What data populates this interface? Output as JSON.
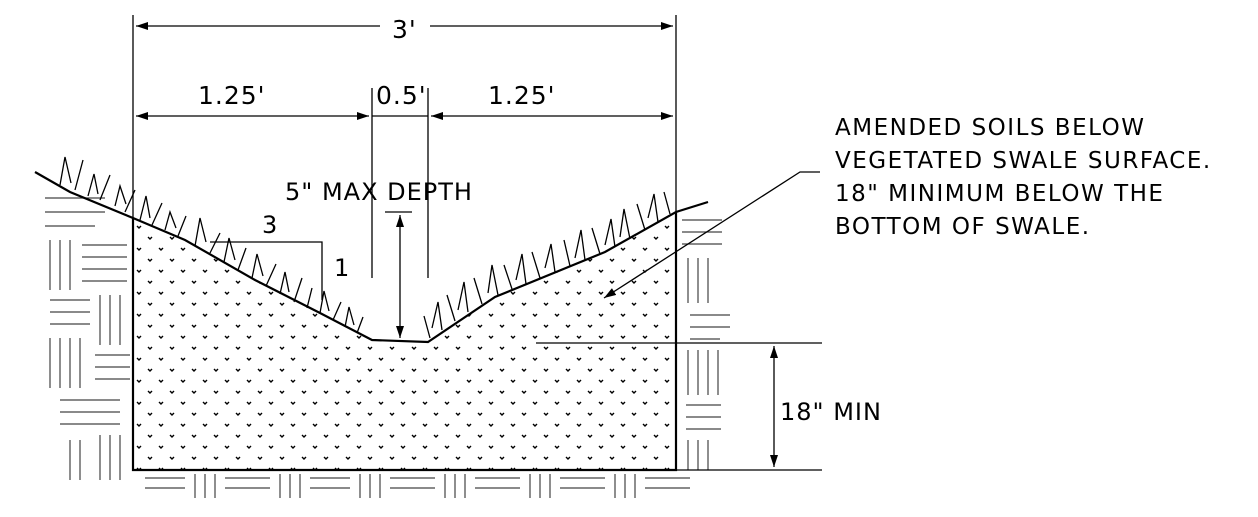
{
  "dimensions": {
    "overall_width": "3'",
    "left_width": "1.25'",
    "center_width": "0.5'",
    "right_width": "1.25'",
    "max_depth": "5\" MAX DEPTH",
    "soil_depth": "18\" MIN"
  },
  "slope": {
    "run": "3",
    "rise": "1"
  },
  "note": {
    "lines": [
      "AMENDED SOILS BELOW",
      "VEGETATED SWALE SURFACE.",
      "18\" MINIMUM BELOW THE",
      "BOTTOM OF SWALE."
    ]
  },
  "colors": {
    "line": "#000000",
    "background": "#ffffff"
  }
}
